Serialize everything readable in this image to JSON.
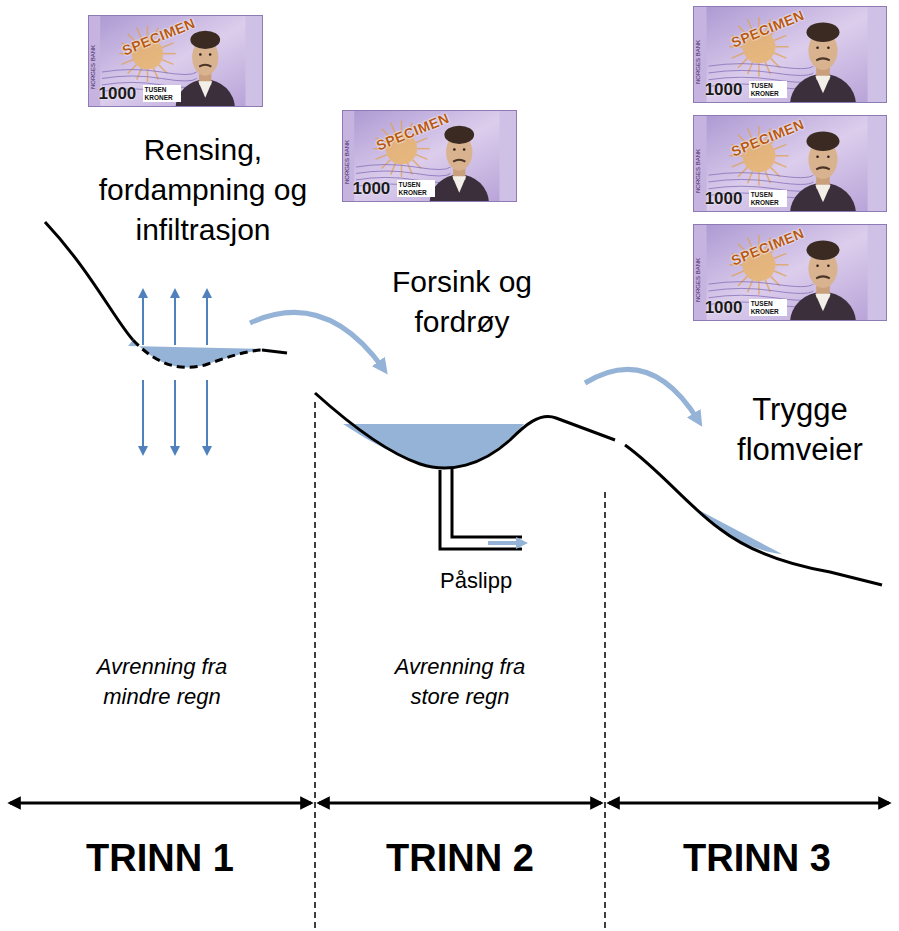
{
  "diagram": {
    "labels": [
      "SPECIMEN",
      "1000",
      "TUSEN KRONER",
      "NORGES BANK",
      "Rensing, fordampning og infiltrasjon",
      "SPECIMEN",
      "1000",
      "TUSEN KRONER",
      "NORGES BANK",
      "SPECIMEN",
      "1000",
      "TUSEN KRONER",
      "NORGES BANK",
      "SPECIMEN",
      "1000",
      "TUSEN KRONER",
      "NORGES BANK",
      "SPECIMEN",
      "1000",
      "TUSEN KRONER",
      "NORGES BANK",
      "Forsink og fordrøy",
      "Trygge flomveier",
      "Påslipp",
      "Avrenning fra mindre regn",
      "Avrenning fra store regn",
      "TRINN 1",
      "TRINN 2",
      "TRINN 3"
    ]
  }
}
